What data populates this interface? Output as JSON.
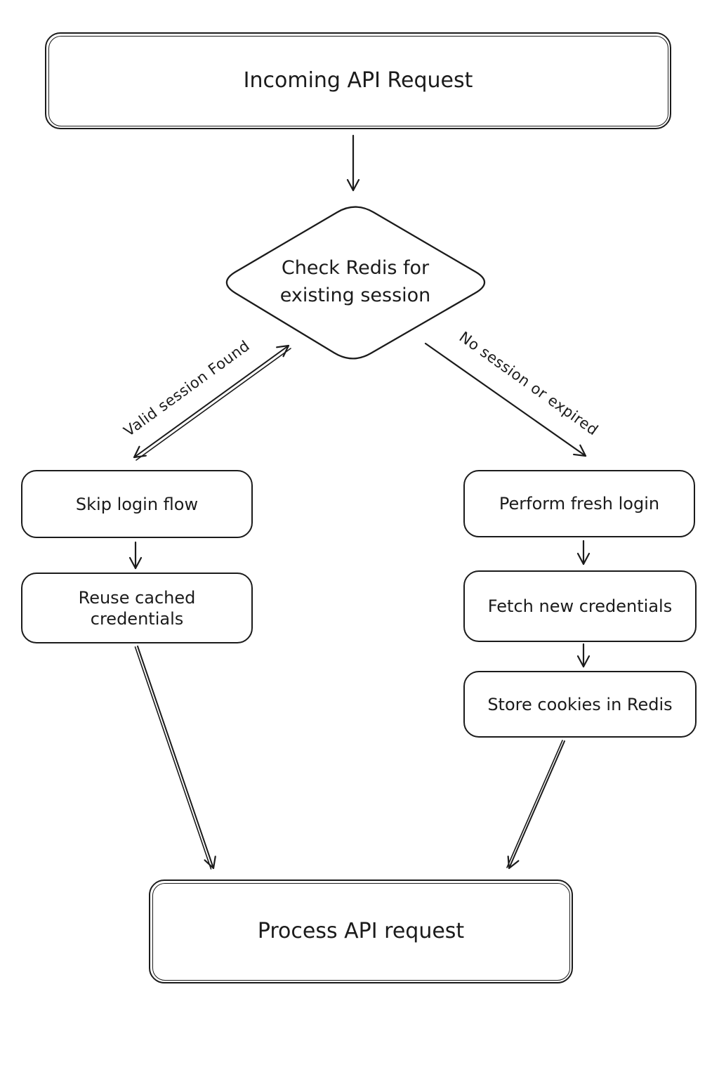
{
  "diagram": {
    "colors": {
      "stroke": "#1b1b1b",
      "background": "#ffffff"
    },
    "nodes": {
      "incoming": {
        "label": "Incoming API Request",
        "shape": "rounded-rect-double"
      },
      "check": {
        "label": "Check Redis for existing session",
        "line1": "Check Redis for",
        "line2": "existing session",
        "shape": "diamond"
      },
      "skip": {
        "label": "Skip login flow",
        "shape": "rounded-rect"
      },
      "reuse": {
        "label": "Reuse cached credentials",
        "shape": "rounded-rect"
      },
      "perform": {
        "label": "Perform fresh login",
        "shape": "rounded-rect"
      },
      "fetch": {
        "label": "Fetch new credentials",
        "shape": "rounded-rect"
      },
      "store": {
        "label": "Store cookies in Redis",
        "shape": "rounded-rect"
      },
      "process": {
        "label": "Process API request",
        "shape": "rounded-rect-double"
      }
    },
    "edges": {
      "incoming_to_check": {
        "from": "incoming",
        "to": "check",
        "label": ""
      },
      "check_to_skip": {
        "from": "check",
        "to": "skip",
        "label": "Valid session Found",
        "arrowheads": "both"
      },
      "check_to_perform": {
        "from": "check",
        "to": "perform",
        "label": "No session or expired",
        "arrowheads": "end"
      },
      "skip_to_reuse": {
        "from": "skip",
        "to": "reuse",
        "label": ""
      },
      "reuse_to_process": {
        "from": "reuse",
        "to": "process",
        "label": ""
      },
      "perform_to_fetch": {
        "from": "perform",
        "to": "fetch",
        "label": ""
      },
      "fetch_to_store": {
        "from": "fetch",
        "to": "store",
        "label": ""
      },
      "store_to_process": {
        "from": "store",
        "to": "process",
        "label": ""
      }
    }
  }
}
